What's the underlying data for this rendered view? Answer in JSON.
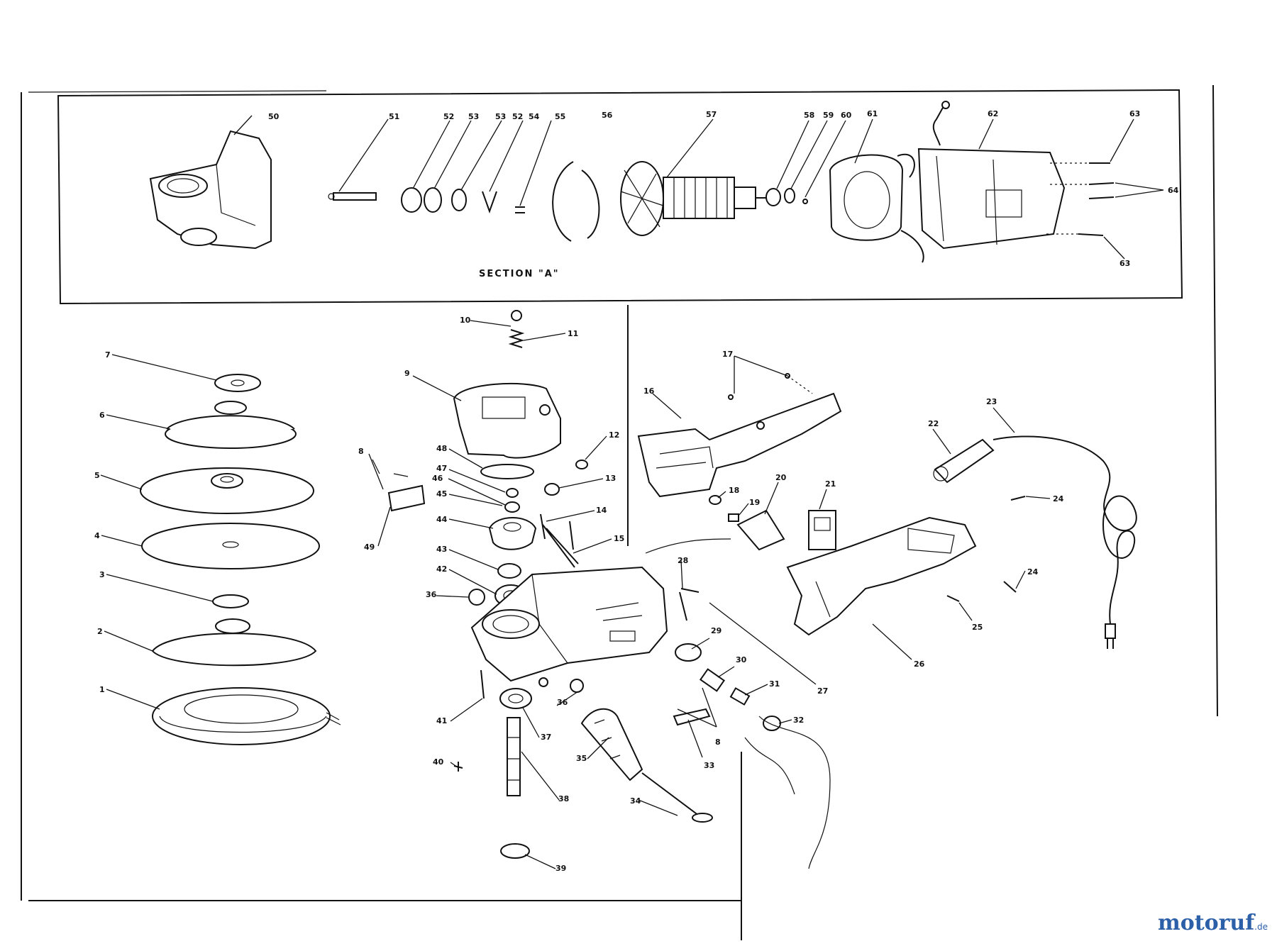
{
  "diagram": {
    "section_caption": "SECTION \"A\"",
    "part_labels": [
      {
        "id": "p1",
        "text": "1"
      },
      {
        "id": "p2",
        "text": "2"
      },
      {
        "id": "p3",
        "text": "3"
      },
      {
        "id": "p4",
        "text": "4"
      },
      {
        "id": "p5",
        "text": "5"
      },
      {
        "id": "p6",
        "text": "6"
      },
      {
        "id": "p7",
        "text": "7"
      },
      {
        "id": "p8a",
        "text": "8"
      },
      {
        "id": "p8b",
        "text": "8"
      },
      {
        "id": "p9",
        "text": "9"
      },
      {
        "id": "p10",
        "text": "10"
      },
      {
        "id": "p11",
        "text": "11"
      },
      {
        "id": "p12",
        "text": "12"
      },
      {
        "id": "p13",
        "text": "13"
      },
      {
        "id": "p14",
        "text": "14"
      },
      {
        "id": "p15",
        "text": "15"
      },
      {
        "id": "p16",
        "text": "16"
      },
      {
        "id": "p17",
        "text": "17"
      },
      {
        "id": "p18",
        "text": "18"
      },
      {
        "id": "p19",
        "text": "19"
      },
      {
        "id": "p20",
        "text": "20"
      },
      {
        "id": "p21",
        "text": "21"
      },
      {
        "id": "p22",
        "text": "22"
      },
      {
        "id": "p23",
        "text": "23"
      },
      {
        "id": "p24a",
        "text": "24"
      },
      {
        "id": "p24b",
        "text": "24"
      },
      {
        "id": "p25",
        "text": "25"
      },
      {
        "id": "p26",
        "text": "26"
      },
      {
        "id": "p27",
        "text": "27"
      },
      {
        "id": "p28",
        "text": "28"
      },
      {
        "id": "p29",
        "text": "29"
      },
      {
        "id": "p30",
        "text": "30"
      },
      {
        "id": "p31",
        "text": "31"
      },
      {
        "id": "p32",
        "text": "32"
      },
      {
        "id": "p33",
        "text": "33"
      },
      {
        "id": "p34",
        "text": "34"
      },
      {
        "id": "p35",
        "text": "35"
      },
      {
        "id": "p36a",
        "text": "36"
      },
      {
        "id": "p36b",
        "text": "36"
      },
      {
        "id": "p37",
        "text": "37"
      },
      {
        "id": "p38",
        "text": "38"
      },
      {
        "id": "p39",
        "text": "39"
      },
      {
        "id": "p40",
        "text": "40"
      },
      {
        "id": "p41",
        "text": "41"
      },
      {
        "id": "p42",
        "text": "42"
      },
      {
        "id": "p43",
        "text": "43"
      },
      {
        "id": "p44",
        "text": "44"
      },
      {
        "id": "p45",
        "text": "45"
      },
      {
        "id": "p46",
        "text": "46"
      },
      {
        "id": "p47",
        "text": "47"
      },
      {
        "id": "p48",
        "text": "48"
      },
      {
        "id": "p49",
        "text": "49"
      },
      {
        "id": "p50",
        "text": "50"
      },
      {
        "id": "p51",
        "text": "51"
      },
      {
        "id": "p52a",
        "text": "52"
      },
      {
        "id": "p53a",
        "text": "53"
      },
      {
        "id": "p53b",
        "text": "53"
      },
      {
        "id": "p52b",
        "text": "52"
      },
      {
        "id": "p54",
        "text": "54"
      },
      {
        "id": "p55",
        "text": "55"
      },
      {
        "id": "p56",
        "text": "56"
      },
      {
        "id": "p57",
        "text": "57"
      },
      {
        "id": "p58",
        "text": "58"
      },
      {
        "id": "p59",
        "text": "59"
      },
      {
        "id": "p60",
        "text": "60"
      },
      {
        "id": "p61",
        "text": "61"
      },
      {
        "id": "p62",
        "text": "62"
      },
      {
        "id": "p63a",
        "text": "63"
      },
      {
        "id": "p63b",
        "text": "63"
      },
      {
        "id": "p64",
        "text": "64"
      }
    ]
  },
  "watermark": {
    "brand": "motoruf",
    "tld": ".de",
    "color": "#2b5fa8"
  }
}
